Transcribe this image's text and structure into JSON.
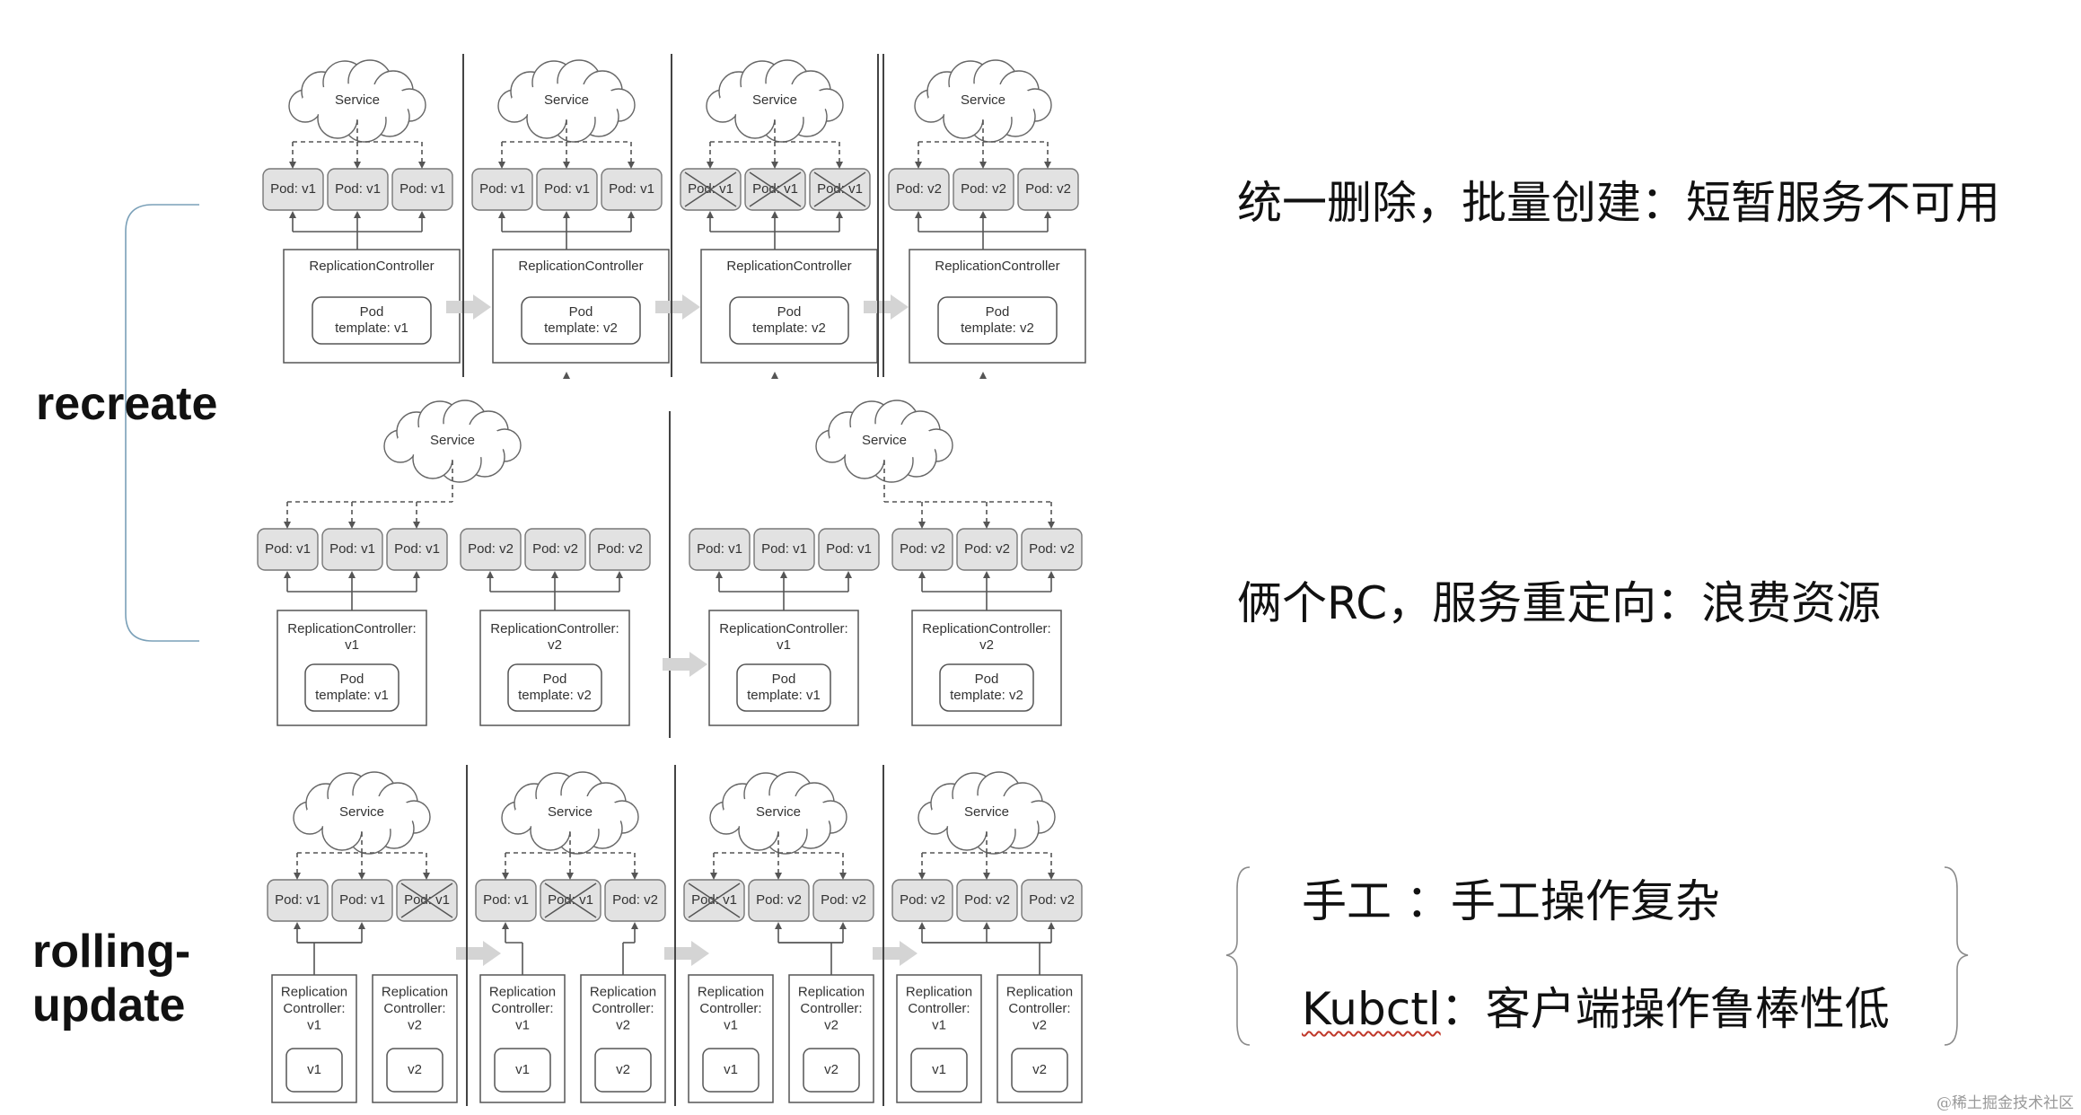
{
  "labels": {
    "recreate": "recreate",
    "rolling_update": "rolling-\nupdate"
  },
  "captions": {
    "recreate_1": "统一删除，批量创建：短暂服务不可用",
    "recreate_2": "俩个RC，服务重定向：浪费资源",
    "manual": "手工 ：手工操作复杂",
    "kubectl_term": "Kubctl",
    "kubectl_rest": "：客户端操作鲁棒性低"
  },
  "text": {
    "service": "Service",
    "rc": "ReplicationController",
    "pod_v1": "Pod: v1",
    "pod_v2": "Pod: v2",
    "template_v1": "Pod\ntemplate: v1",
    "template_v2": "Pod\ntemplate: v2",
    "rc_v1": "ReplicationController:\nv1",
    "rc_v2": "ReplicationController:\nv2",
    "rep_v1": "Replication\nController:\nv1",
    "rep_v2": "Replication\nController:\nv2",
    "v1": "v1",
    "v2": "v2"
  },
  "watermark": "@稀土掘金技术社区",
  "colors": {
    "pod_fill": "#e2e2e2",
    "line": "#555555",
    "arrow": "#d4d4d4",
    "bracket": "#7aa0b8"
  }
}
